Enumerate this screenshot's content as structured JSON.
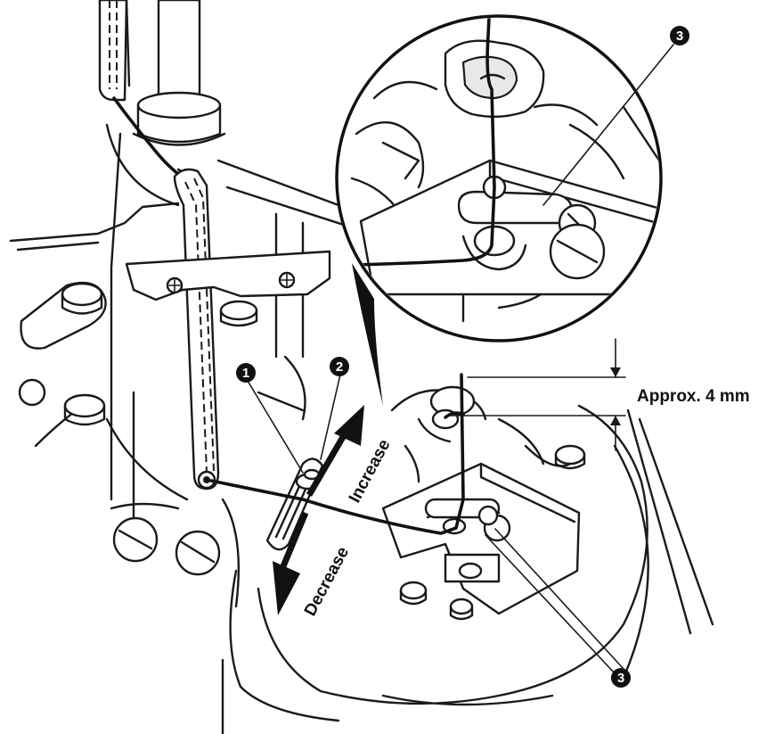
{
  "callouts": {
    "c1": "1",
    "c2": "2",
    "c3_top": "3",
    "c3_bottom": "3"
  },
  "labels": {
    "increase": "Increase",
    "decrease": "Decrease",
    "approx": "Approx. 4 mm"
  },
  "colors": {
    "ink": "#1a1a1a",
    "paper": "#ffffff"
  }
}
